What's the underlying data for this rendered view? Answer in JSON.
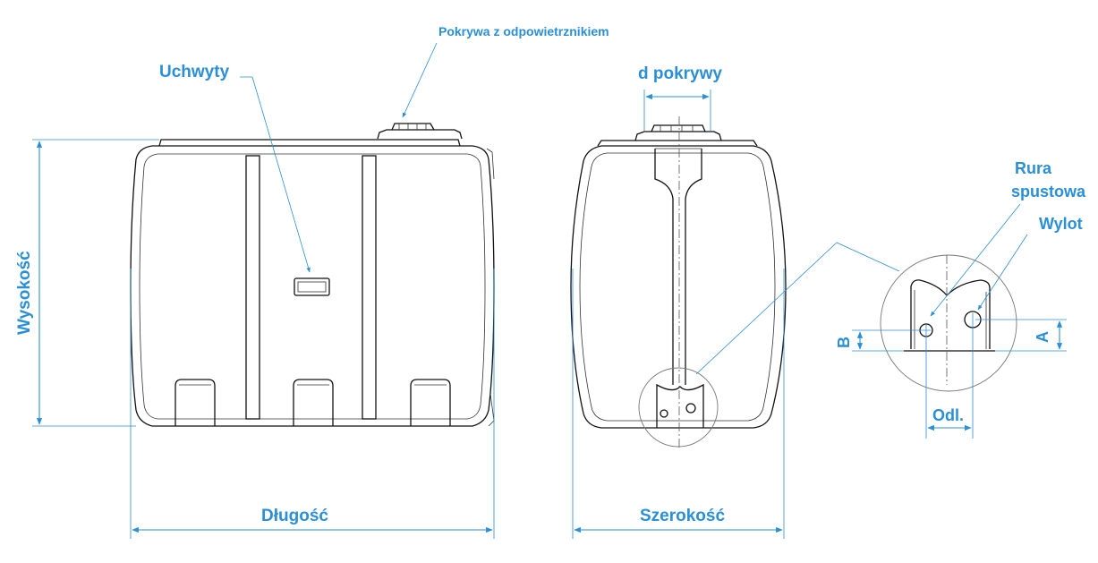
{
  "labels": {
    "cover": "Pokrywa z odpowietrznikiem",
    "handles": "Uchwyty",
    "height": "Wysokość",
    "length": "Długość",
    "cover_diameter": "d pokrywy",
    "width": "Szerokość",
    "drain_pipe_line1": "Rura",
    "drain_pipe_line2": "spustowa",
    "outlet": "Wylot",
    "dim_a": "A",
    "dim_b": "B",
    "spacing": "Odl."
  },
  "colors": {
    "accent": "#2b8fd6",
    "outline": "#111111",
    "background": "#ffffff"
  }
}
